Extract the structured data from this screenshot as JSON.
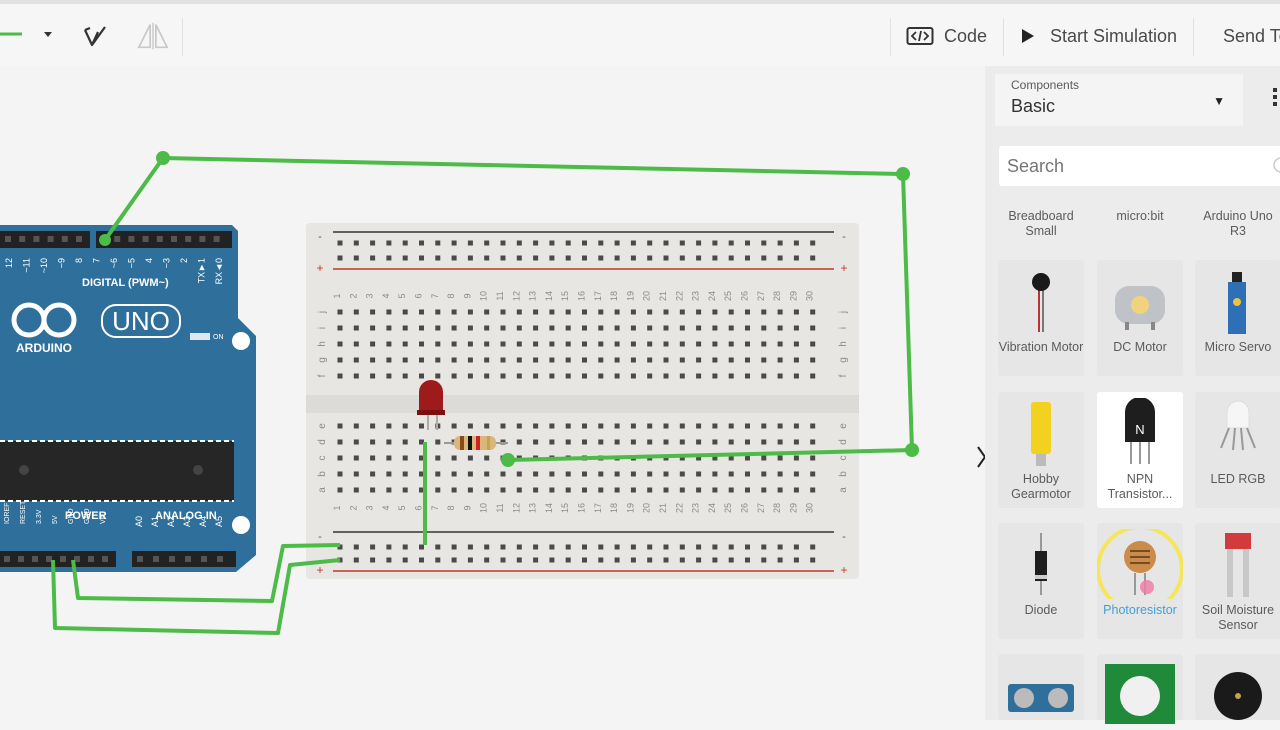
{
  "toolbar": {
    "code_label": "Code",
    "simulate_label": "Start Simulation",
    "send_label": "Send To"
  },
  "arduino": {
    "logo_text": "ARDUINO",
    "model_text": "UNO",
    "digital_label": "DIGITAL (PWM~)",
    "power_label": "POWER",
    "analog_label": "ANALOG IN",
    "on_label": "ON",
    "digital_pins": [
      "12",
      "~11",
      "~10",
      "~9",
      "8",
      "7",
      "~6",
      "~5",
      "4",
      "~3",
      "2",
      "TX►1",
      "RX◄0"
    ],
    "power_pins": [
      "IOREF",
      "RESET",
      "3.3V",
      "5V",
      "GND",
      "GND",
      "Vin"
    ],
    "analog_pins": [
      "A0",
      "A1",
      "A2",
      "A3",
      "A4",
      "A5"
    ]
  },
  "breadboard": {
    "column_numbers": [
      "1",
      "2",
      "3",
      "4",
      "5",
      "6",
      "7",
      "8",
      "9",
      "10",
      "11",
      "12",
      "13",
      "14",
      "15",
      "16",
      "17",
      "18",
      "19",
      "20",
      "21",
      "22",
      "23",
      "24",
      "25",
      "26",
      "27",
      "28",
      "29",
      "30"
    ],
    "top_row_letters": [
      "j",
      "i",
      "h",
      "g",
      "f"
    ],
    "bottom_row_letters": [
      "e",
      "d",
      "c",
      "b",
      "a"
    ],
    "rail_minus": "-",
    "rail_plus": "+"
  },
  "panel": {
    "components_label": "Components",
    "components_value": "Basic",
    "search_placeholder": "Search",
    "top_row": [
      "Breadboard Small",
      "micro:bit",
      "Arduino Uno R3"
    ],
    "items": [
      {
        "label": "Vibration Motor",
        "icon": "vibration-motor-icon"
      },
      {
        "label": "DC Motor",
        "icon": "dc-motor-icon"
      },
      {
        "label": "Micro Servo",
        "icon": "micro-servo-icon"
      },
      {
        "label": "Hobby Gearmotor",
        "icon": "hobby-gearmotor-icon"
      },
      {
        "label": "NPN Transistor...",
        "icon": "npn-transistor-icon"
      },
      {
        "label": "LED RGB",
        "icon": "led-rgb-icon"
      },
      {
        "label": "Diode",
        "icon": "diode-icon"
      },
      {
        "label": "Photoresistor",
        "icon": "photoresistor-icon"
      },
      {
        "label": "Soil Moisture Sensor",
        "icon": "soil-moisture-sensor-icon"
      }
    ],
    "npn_mark": "N"
  },
  "colors": {
    "wire": "#4cbb47",
    "arduino_blue": "#2e6f9b",
    "highlight": "#f5e44a",
    "selected_text": "#3fa0d6"
  }
}
